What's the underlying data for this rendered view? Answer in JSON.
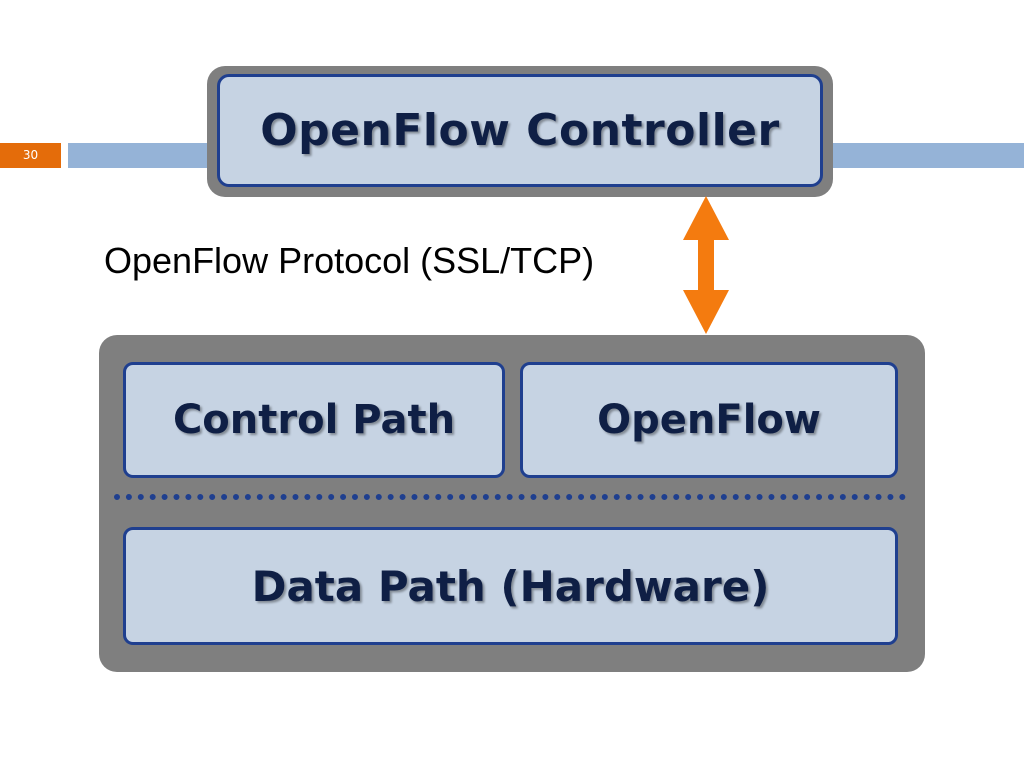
{
  "slide": {
    "number": "30"
  },
  "diagram": {
    "controller": {
      "label": "OpenFlow Controller"
    },
    "protocol": {
      "label": "OpenFlow Protocol (SSL/TCP)"
    },
    "switch": {
      "control_path": "Control Path",
      "openflow": "OpenFlow",
      "data_path": "Data Path (Hardware)"
    }
  },
  "colors": {
    "accent_orange": "#e46c0a",
    "header_blue": "#95b3d7",
    "box_fill": "#c6d3e3",
    "box_border": "#1f3f8f",
    "container_gray": "#7f7f7f",
    "arrow_orange": "#f47b0f"
  },
  "icons": {
    "link": "bidirectional-arrow-icon"
  }
}
